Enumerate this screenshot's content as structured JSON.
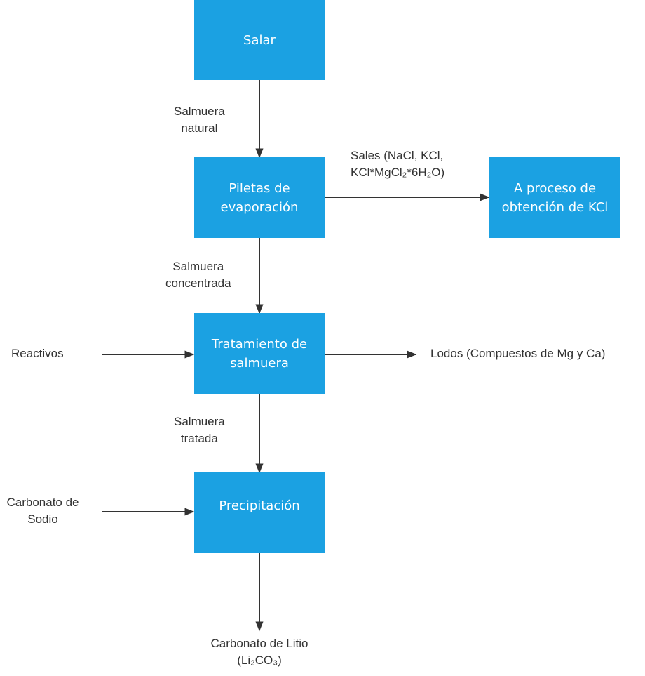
{
  "nodes": {
    "salar": [
      "Salar"
    ],
    "piletas": [
      "Piletas de",
      "evaporación"
    ],
    "kcl": [
      "A proceso de",
      "obtención de KCl"
    ],
    "tratamiento": [
      "Tratamiento de",
      "salmuera"
    ],
    "precipitacion": [
      "Precipitación"
    ]
  },
  "edge_labels": {
    "salmuera_natural": [
      "Salmuera",
      "natural"
    ],
    "sales": [
      "Sales (NaCl, KCl,",
      "KCl*MgCl₂*6H₂O)"
    ],
    "salmuera_concentrada": [
      "Salmuera",
      "concentrada"
    ],
    "reactivos": [
      "Reactivos"
    ],
    "lodos": [
      "Lodos (Compuestos de Mg y Ca)"
    ],
    "salmuera_tratada": [
      "Salmuera",
      "tratada"
    ],
    "carbonato_sodio": [
      "Carbonato de",
      "Sodio"
    ],
    "carbonato_litio": [
      "Carbonato de Litio",
      "(Li₂CO₃)"
    ]
  },
  "colors": {
    "box_fill": "#1ba1e2",
    "box_text": "#ffffff",
    "arrow": "#333333",
    "label_text": "#333333"
  }
}
